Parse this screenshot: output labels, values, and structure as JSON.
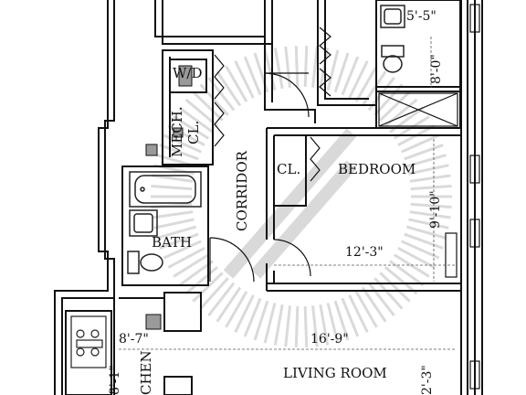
{
  "rooms": {
    "wd": "W/D",
    "mech_line1": "MECH.",
    "mech_line2": "CL.",
    "corridor": "CORRIDOR",
    "closet": "CL.",
    "bedroom": "BEDROOM",
    "bath": "BATH",
    "living_room": "LIVING ROOM",
    "kitchen": "CHEN"
  },
  "dimensions": {
    "bath_top_width": "5'-5\"",
    "bath_top_length": "8'-0\"",
    "bedroom_length": "9'-10\"",
    "bedroom_width": "12'-3\"",
    "living_width": "16'-9\"",
    "living_length": "2'-3\"",
    "kitchen_width": "8'-7\"",
    "kitchen_length": "8'-1\""
  },
  "colors": {
    "wall": "#111111",
    "watermark": "#d6d6d6",
    "fixture": "#222222",
    "fill_gray": "#9a9a9a"
  },
  "icons": {
    "watermark": "sunburst-watermark-icon",
    "range": "stove-icon",
    "toilet": "toilet-icon",
    "tub": "bathtub-icon",
    "sink": "sink-icon"
  }
}
